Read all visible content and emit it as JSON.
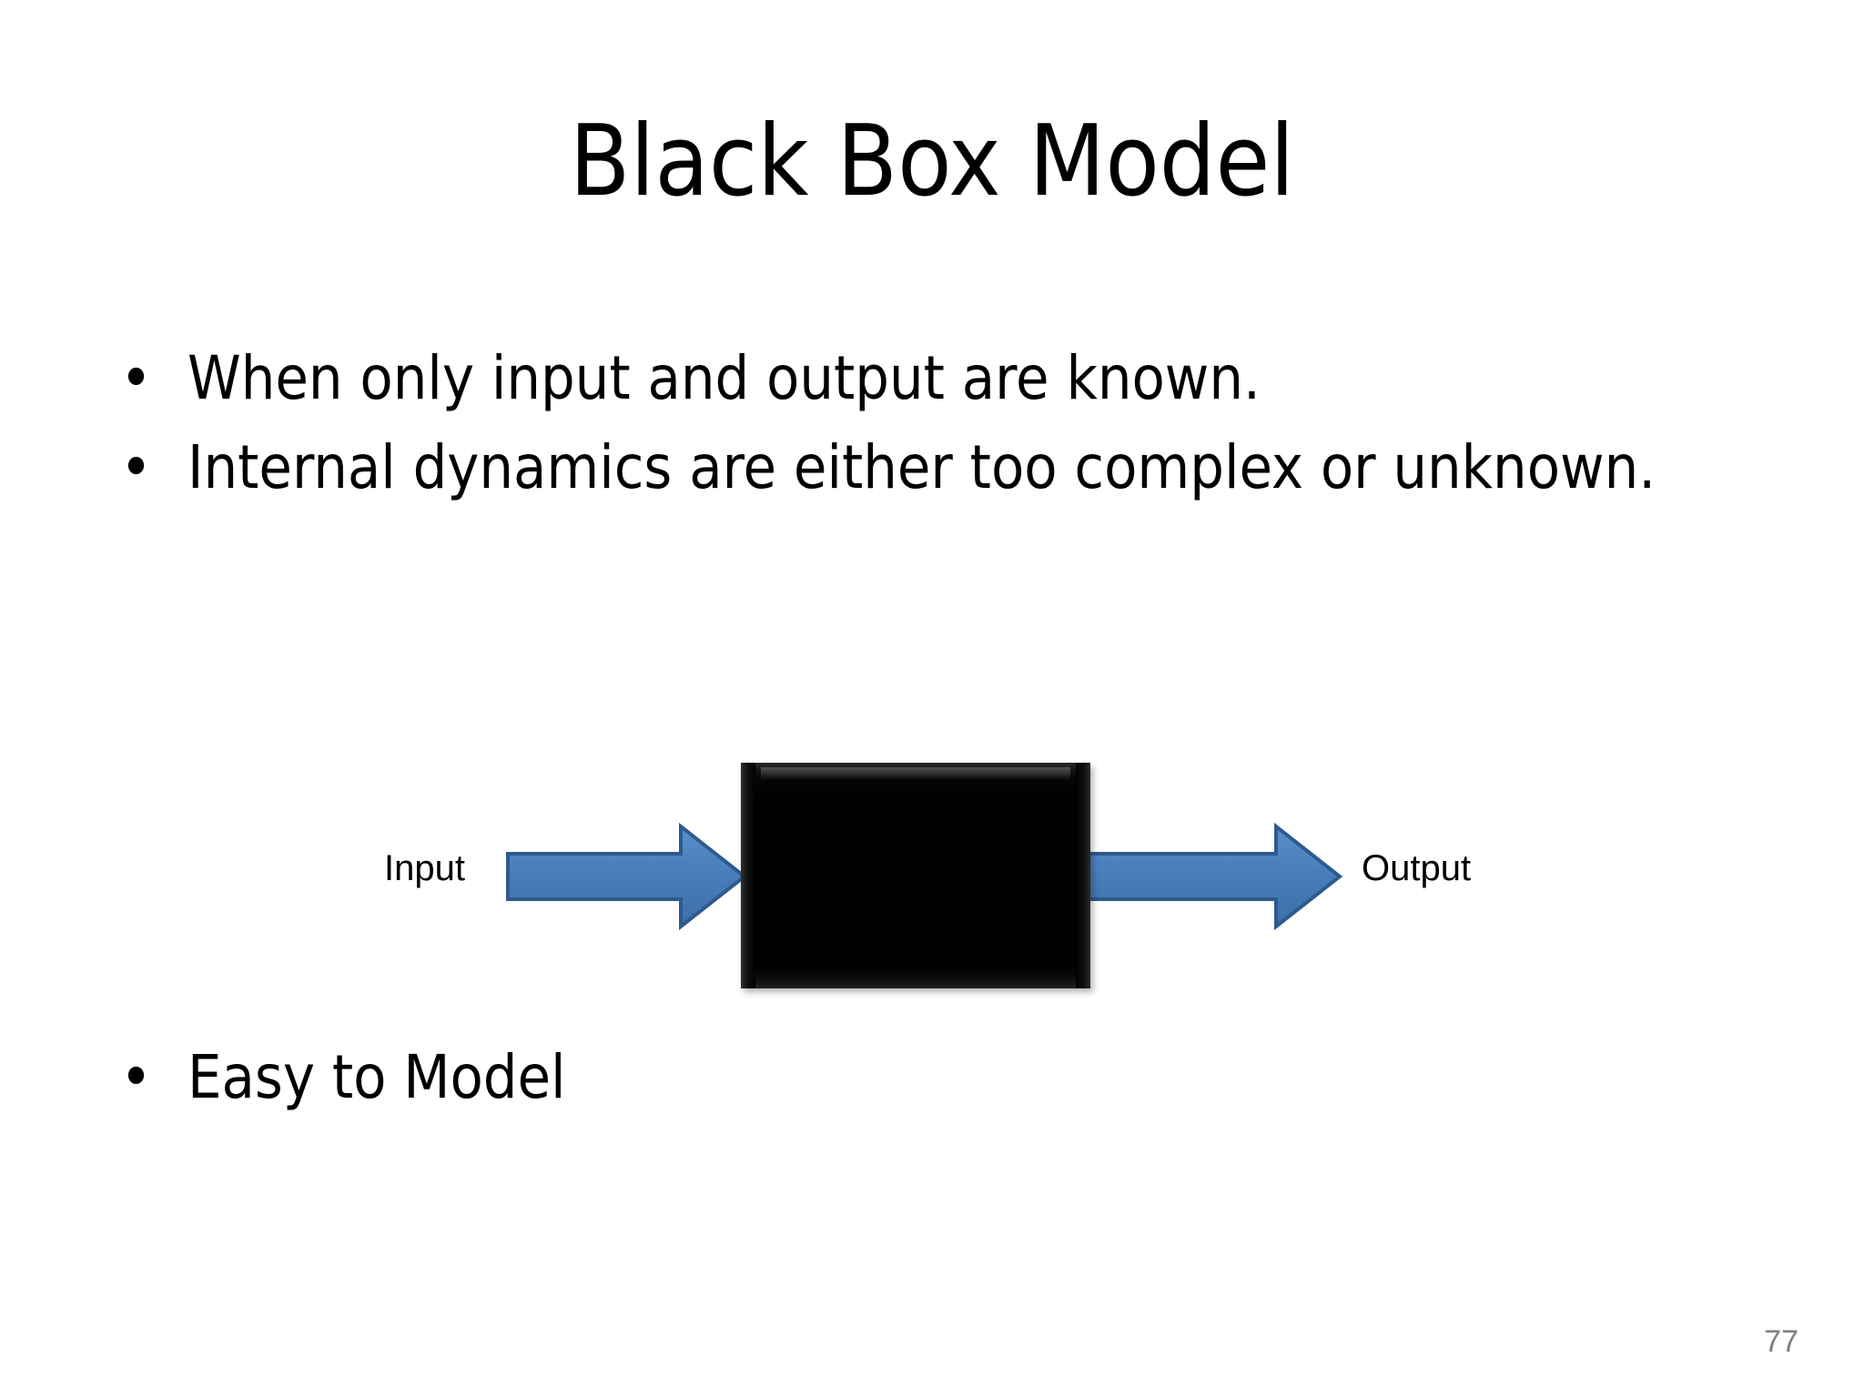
{
  "slide": {
    "title": "Black Box Model",
    "page_number": "77",
    "background_color": "#ffffff",
    "text_color": "#000000",
    "page_number_color": "#808080"
  },
  "bullets": [
    {
      "marker": "•",
      "text": "When only input and output are known.",
      "justified": false
    },
    {
      "marker": "•",
      "text": "Internal dynamics are either too complex or unknown.",
      "justified": true
    },
    {
      "marker": "•",
      "text": "Easy to Model",
      "justified": false
    }
  ],
  "diagram": {
    "type": "block-flow",
    "box": {
      "label": "",
      "fill_color": "#000000",
      "bevel_highlight_color": "#2a2a2a"
    },
    "arrows": [
      {
        "name": "input-arrow",
        "direction": "right",
        "fill_color": "#4A7EBB",
        "stroke_color": "#2E5A8E"
      },
      {
        "name": "output-arrow",
        "direction": "right",
        "fill_color": "#4A7EBB",
        "stroke_color": "#2E5A8E"
      }
    ],
    "labels": {
      "input": "Input",
      "output": "Output"
    }
  }
}
